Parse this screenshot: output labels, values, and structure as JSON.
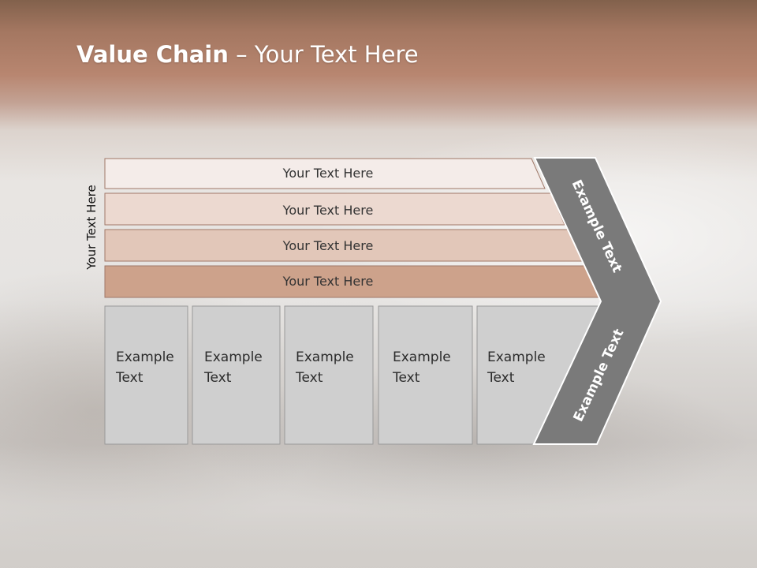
{
  "title": {
    "bold": "Value Chain",
    "rest": " – Your Text Here"
  },
  "side_label": "Your Text Here",
  "rows": [
    {
      "label": "Your Text Here",
      "color": "#f4ece9"
    },
    {
      "label": "Your Text Here",
      "color": "#ecd9d0"
    },
    {
      "label": "Your Text Here",
      "color": "#e2c7b9"
    },
    {
      "label": "Your Text Here",
      "color": "#cda28b"
    }
  ],
  "boxes": [
    {
      "line1": "Example",
      "line2": "Text"
    },
    {
      "line1": "Example",
      "line2": "Text"
    },
    {
      "line1": "Example",
      "line2": "Text"
    },
    {
      "line1": "Example",
      "line2": "Text"
    },
    {
      "line1": "Example",
      "line2": "Text"
    }
  ],
  "chevron": {
    "upper_label": "Example Text",
    "lower_label": "Example Text",
    "color": "#7a7a7a"
  },
  "colors": {
    "box_fill": "#cfcfcf",
    "box_stroke": "#9a9a9a",
    "row_stroke": "#a07868"
  }
}
